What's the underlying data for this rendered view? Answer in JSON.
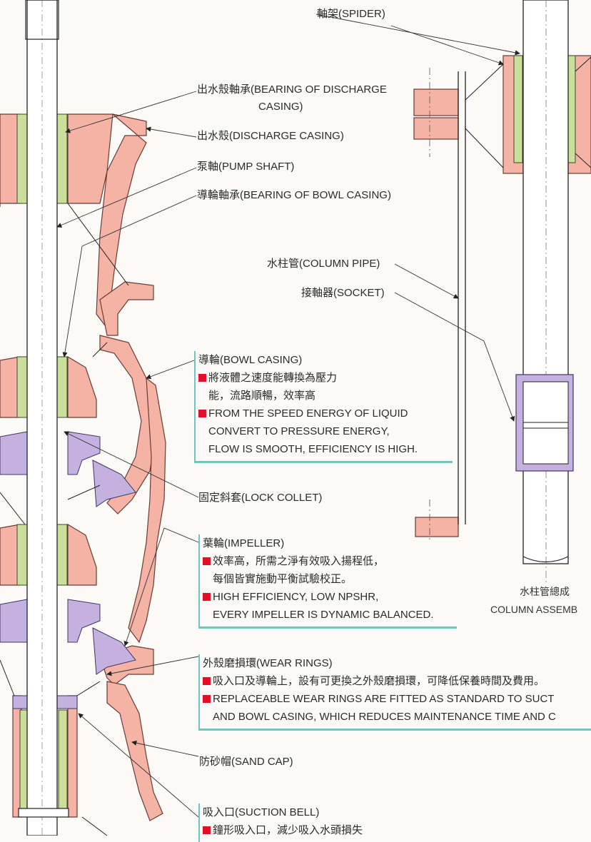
{
  "labels": {
    "spider": "軸架(SPIDER)",
    "bearing_discharge_1": "出水殼軸承(BEARING OF DISCHARGE",
    "bearing_discharge_2": "CASING)",
    "discharge_casing": "出水殼(DISCHARGE CASING)",
    "pump_shaft": "泵軸(PUMP SHAFT)",
    "bearing_bowl": "導輪軸承(BEARING OF BOWL CASING)",
    "column_pipe": "水柱管(COLUMN PIPE)",
    "socket": "接軸器(SOCKET)",
    "lock_collet": "固定斜套(LOCK COLLET)",
    "sand_cap": "防砂帽(SAND CAP)"
  },
  "bowl_casing": {
    "title": "導輪(BOWL CASING)",
    "zh_1": "將液體之速度能轉換為壓力",
    "zh_2": "能，流路順暢，效率高",
    "en_1": "FROM THE SPEED ENERGY OF LIQUID",
    "en_2": "CONVERT TO PRESSURE ENERGY,",
    "en_3": "FLOW IS SMOOTH, EFFICIENCY  IS HIGH."
  },
  "impeller": {
    "title": "葉輪(IMPELLER)",
    "zh_1": "效率高，所需之淨有效吸入揚程低，",
    "zh_2": "每個皆實施動平衡試驗校正。",
    "en_1": "HIGH EFFICIENCY, LOW NPSHR,",
    "en_2": "EVERY IMPELLER IS DYNAMIC BALANCED."
  },
  "wear_rings": {
    "title": "外殼磨損環(WEAR RINGS)",
    "zh_1": "吸入口及導輪上，設有可更換之外殼磨損環，可降低保養時間及費用。",
    "en_1": "REPLACEABLE WEAR RINGS ARE FITTED AS STANDARD TO SUCT",
    "en_2": "AND BOWL CASING, WHICH REDUCES MAINTENANCE TIME AND C"
  },
  "suction_bell": {
    "title": "吸入口(SUCTION BELL)",
    "zh_1": "鐘形吸入口，減少吸入水頭損失"
  },
  "column_assembly": {
    "zh": "水柱管總成",
    "en": "COLUMN ASSEMB"
  },
  "colors": {
    "casing_fill": "#f4b3a5",
    "casing_stroke": "#6b3b35",
    "bearing_green": "#c9df9a",
    "impeller_purple": "#c4b1e0",
    "box_border": "#6cc7bd",
    "bullet_red": "#e3102a"
  }
}
